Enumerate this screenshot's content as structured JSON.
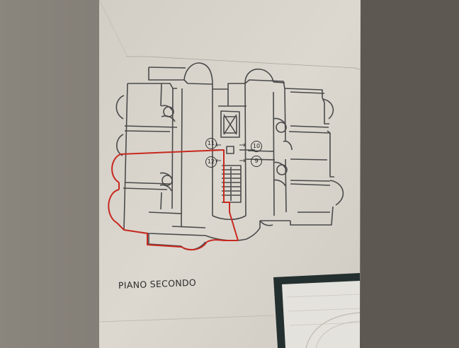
{
  "plan": {
    "title": "PIANO SECONDO",
    "units": [
      {
        "id": "n11",
        "label": "11"
      },
      {
        "id": "n10",
        "label": "10"
      },
      {
        "id": "n12",
        "label": "12"
      },
      {
        "id": "n9",
        "label": "9"
      }
    ]
  },
  "colors": {
    "paper": "#d9d5cd",
    "ink": "#4a4a4a",
    "highlight": "#c8281e",
    "background": "#6f6a63",
    "card": "#24302f"
  }
}
